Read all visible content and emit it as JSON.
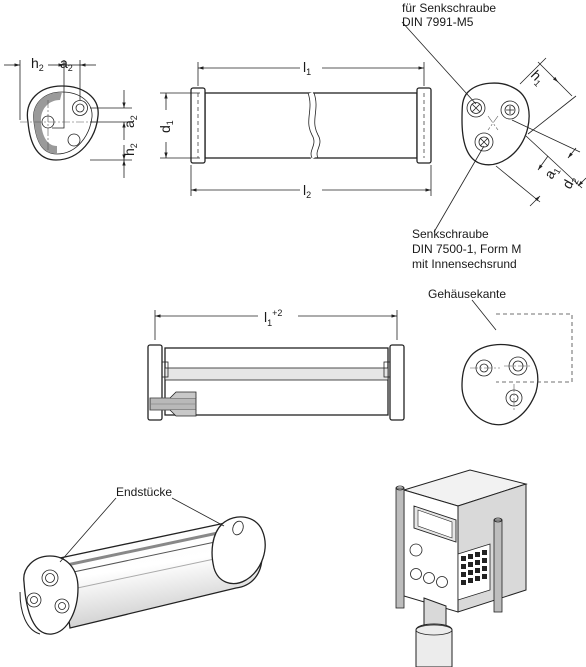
{
  "labels": {
    "top_note_line1": "für Senkschraube",
    "top_note_line2": "DIN 7991-M5",
    "bottom_note_line1": "Senkschraube",
    "bottom_note_line2": "DIN 7500-1, Form M",
    "bottom_note_line3": "mit Innensechsrund",
    "housing_edge": "Gehäusekante",
    "end_pieces": "Endstücke"
  },
  "dimensions": {
    "h2_top": {
      "main": "h",
      "sub": "2"
    },
    "a2_top": {
      "main": "a",
      "sub": "2"
    },
    "a2_side": {
      "main": "a",
      "sub": "2"
    },
    "h2_side": {
      "main": "h",
      "sub": "2"
    },
    "l1": {
      "main": "l",
      "sub": "1"
    },
    "l2": {
      "main": "l",
      "sub": "2"
    },
    "d1": {
      "main": "d",
      "sub": "1"
    },
    "h1": {
      "main": "h",
      "sub": "1"
    },
    "a1": {
      "main": "a",
      "sub": "1"
    },
    "d2": {
      "main": "d",
      "sub": "2"
    },
    "l1_tol": {
      "main": "l",
      "sub": "1",
      "sup": "+2"
    }
  },
  "colors": {
    "line": "#222222",
    "shade": "#bdbdbd",
    "light_shade": "#e6e6e6"
  }
}
